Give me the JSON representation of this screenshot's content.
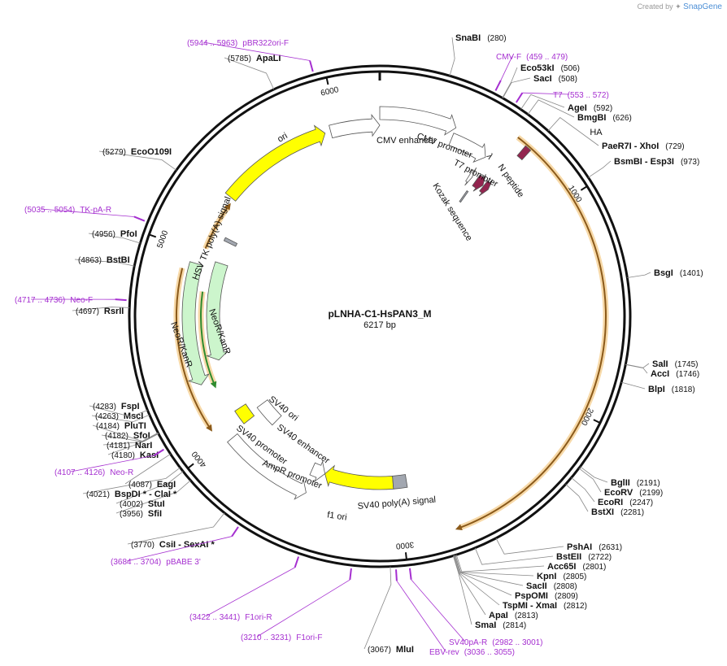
{
  "brand": {
    "prefix": "Created by",
    "name": "SnapGene"
  },
  "plasmid": {
    "name": "pLNHA-C1-HsPAN3_M",
    "length_label": "6217 bp",
    "length": 6217
  },
  "ticks": [
    {
      "pos": 1000,
      "label": "1000"
    },
    {
      "pos": 2000,
      "label": "2000"
    },
    {
      "pos": 3000,
      "label": "3000"
    },
    {
      "pos": 4000,
      "label": "4000"
    },
    {
      "pos": 5000,
      "label": "5000"
    },
    {
      "pos": 6000,
      "label": "6000"
    }
  ],
  "colors": {
    "yellow": "#ffff00",
    "green": "#ccf5cc",
    "orange": "#f7a21b",
    "white": "#ffffff",
    "purple": "#a52fd0",
    "dark_purple": "#93254f",
    "gray": "#a2a7b0"
  },
  "sites": [
    {
      "name": "SnaBI",
      "pos": "(280)",
      "bp": 280
    },
    {
      "name": "Eco53kI",
      "pos": "(506)",
      "bp": 506
    },
    {
      "name": "SacI",
      "pos": "(508)",
      "bp": 508
    },
    {
      "name": "AgeI",
      "pos": "(592)",
      "bp": 592
    },
    {
      "name": "BmgBI",
      "pos": "(626)",
      "bp": 626
    },
    {
      "name": "PaeR7I  - XhoI",
      "pos": "(729)",
      "bp": 729
    },
    {
      "name": "BsmBI  - Esp3I",
      "pos": "(973)",
      "bp": 973
    },
    {
      "name": "BsgI",
      "pos": "(1401)",
      "bp": 1401
    },
    {
      "name": "SalI",
      "pos": "(1745)",
      "bp": 1745
    },
    {
      "name": "AccI",
      "pos": "(1746)",
      "bp": 1746
    },
    {
      "name": "BlpI",
      "pos": "(1818)",
      "bp": 1818
    },
    {
      "name": "BglII",
      "pos": "(2191)",
      "bp": 2191
    },
    {
      "name": "EcoRV",
      "pos": "(2199)",
      "bp": 2199
    },
    {
      "name": "EcoRI",
      "pos": "(2247)",
      "bp": 2247
    },
    {
      "name": "BstXI",
      "pos": "(2281)",
      "bp": 2281
    },
    {
      "name": "PshAI",
      "pos": "(2631)",
      "bp": 2631
    },
    {
      "name": "BstEII",
      "pos": "(2722)",
      "bp": 2722
    },
    {
      "name": "Acc65I",
      "pos": "(2801)",
      "bp": 2801
    },
    {
      "name": "KpnI",
      "pos": "(2805)",
      "bp": 2805
    },
    {
      "name": "SacII",
      "pos": "(2808)",
      "bp": 2808
    },
    {
      "name": "PspOMI",
      "pos": "(2809)",
      "bp": 2809
    },
    {
      "name": "TspMI  - XmaI",
      "pos": "(2812)",
      "bp": 2812
    },
    {
      "name": "ApaI",
      "pos": "(2813)",
      "bp": 2813
    },
    {
      "name": "SmaI",
      "pos": "(2814)",
      "bp": 2814
    },
    {
      "name": "MluI",
      "pos": "(3067)",
      "bp": 3067
    },
    {
      "name": "CsiI  - SexAI *",
      "pos": "(3770)",
      "bp": 3770
    },
    {
      "name": "SfiI",
      "pos": "(3956)",
      "bp": 3956
    },
    {
      "name": "StuI",
      "pos": "(4002)",
      "bp": 4002
    },
    {
      "name": "BspDI *  - ClaI *",
      "pos": "(4021)",
      "bp": 4021
    },
    {
      "name": "EagI",
      "pos": "(4087)",
      "bp": 4087
    },
    {
      "name": "KasI",
      "pos": "(4180)",
      "bp": 4180
    },
    {
      "name": "NarI",
      "pos": "(4181)",
      "bp": 4181
    },
    {
      "name": "SfoI",
      "pos": "(4182)",
      "bp": 4182
    },
    {
      "name": "PluTI",
      "pos": "(4184)",
      "bp": 4184
    },
    {
      "name": "MscI",
      "pos": "(4263)",
      "bp": 4263
    },
    {
      "name": "FspI",
      "pos": "(4283)",
      "bp": 4283
    },
    {
      "name": "RsrII",
      "pos": "(4697)",
      "bp": 4697
    },
    {
      "name": "BstBI",
      "pos": "(4863)",
      "bp": 4863
    },
    {
      "name": "PfoI",
      "pos": "(4956)",
      "bp": 4956
    },
    {
      "name": "EcoO109I",
      "pos": "(5279)",
      "bp": 5279
    },
    {
      "name": "ApaLI",
      "pos": "(5785)",
      "bp": 5785
    }
  ],
  "primers": [
    {
      "name": "CMV-F",
      "pos": "(459 .. 479)",
      "bp": 469
    },
    {
      "name": "T7",
      "pos": "(553 .. 572)",
      "bp": 562
    },
    {
      "name": "SV40pA-R",
      "pos": "(2982 .. 3001)",
      "bp": 2991
    },
    {
      "name": "EBV-rev",
      "pos": "(3036 .. 3055)",
      "bp": 3045
    },
    {
      "name": "F1ori-F",
      "pos": "(3210 .. 3231)",
      "bp": 3220
    },
    {
      "name": "F1ori-R",
      "pos": "(3422 .. 3441)",
      "bp": 3431
    },
    {
      "name": "pBABE 3'",
      "pos": "(3684 .. 3704)",
      "bp": 3694
    },
    {
      "name": "Neo-R",
      "pos": "(4107 .. 4126)",
      "bp": 4116
    },
    {
      "name": "Neo-F",
      "pos": "(4717 .. 4736)",
      "bp": 4726
    },
    {
      "name": "TK-pA-R",
      "pos": "(5035 .. 5054)",
      "bp": 5044
    },
    {
      "name": "pBR322ori-F",
      "pos": "(5944 .. 5963)",
      "bp": 5953
    }
  ],
  "features": [
    {
      "name": "CMV enhancer",
      "start": 5960,
      "end": 6217,
      "ring": "r2",
      "color": "white",
      "dir": "cw"
    },
    {
      "name": "CMV enhancer",
      "start": 0,
      "end": 380,
      "ring": "r1",
      "color": "white",
      "dir": "cw"
    },
    {
      "name": "CMV promoter",
      "start": 380,
      "end": 580,
      "ring": "r2",
      "color": "white",
      "dir": "cw"
    },
    {
      "name": "T7 promoter",
      "start": 560,
      "end": 580,
      "ring": "r3",
      "color": "white",
      "dir": "cw"
    },
    {
      "name": "Kozak sequence",
      "start": 600,
      "end": 610,
      "ring": "r4",
      "color": "gray",
      "dir": "none"
    },
    {
      "name": "N peptide",
      "start": 610,
      "end": 660,
      "ring": "r3",
      "color": "dark_purple",
      "dir": "cw"
    },
    {
      "name": "λ",
      "start": 665,
      "end": 700,
      "ring": "r3",
      "color": "dark_purple",
      "dir": "cw"
    },
    {
      "name": "HA",
      "start": 700,
      "end": 730,
      "ring": "r0",
      "color": "dark_purple",
      "dir": "none"
    },
    {
      "name": "ori",
      "start": 5330,
      "end": 5930,
      "ring": "r2",
      "color": "yellow",
      "dir": "cw"
    },
    {
      "name": "HSV TK poly(A) signal",
      "start": 5110,
      "end": 5130,
      "ring": "r3",
      "color": "gray",
      "dir": "none"
    },
    {
      "name": "NeoR/KanR",
      "start": 4300,
      "end": 4940,
      "ring": "r2",
      "color": "green",
      "dir": "ccw"
    },
    {
      "name": "NeoR/KanR",
      "start": 4400,
      "end": 4980,
      "ring": "r3",
      "color": "green",
      "dir": "ccw"
    },
    {
      "name": "SV40 ori",
      "start": 4000,
      "end": 4090,
      "ring": "r3",
      "color": "yellow",
      "dir": "none"
    },
    {
      "name": "SV40 enhancer",
      "start": 3880,
      "end": 4030,
      "ring": "r4",
      "color": "white",
      "dir": "none"
    },
    {
      "name": "SV40 promoter",
      "start": 3500,
      "end": 3980,
      "ring": "r2",
      "color": "white",
      "dir": "ccw"
    },
    {
      "name": "AmpR promoter",
      "start": 3440,
      "end": 3520,
      "ring": "r3",
      "color": "white",
      "dir": "ccw"
    },
    {
      "name": "f1 ori",
      "start": 3030,
      "end": 3440,
      "ring": "r3",
      "color": "yellow",
      "dir": "cw"
    },
    {
      "name": "SV40 poly(A) signal",
      "start": 2950,
      "end": 3030,
      "ring": "r3",
      "color": "gray",
      "dir": "none"
    }
  ],
  "orfs": [
    {
      "start": 650,
      "end": 2750,
      "dir": "cw"
    },
    {
      "start": 4090,
      "end": 4900,
      "dir": "ccw"
    },
    {
      "start": 5030,
      "end": 5280,
      "dir": "cw"
    },
    {
      "start": 4280,
      "end": 4800,
      "dir": "ccw"
    }
  ]
}
